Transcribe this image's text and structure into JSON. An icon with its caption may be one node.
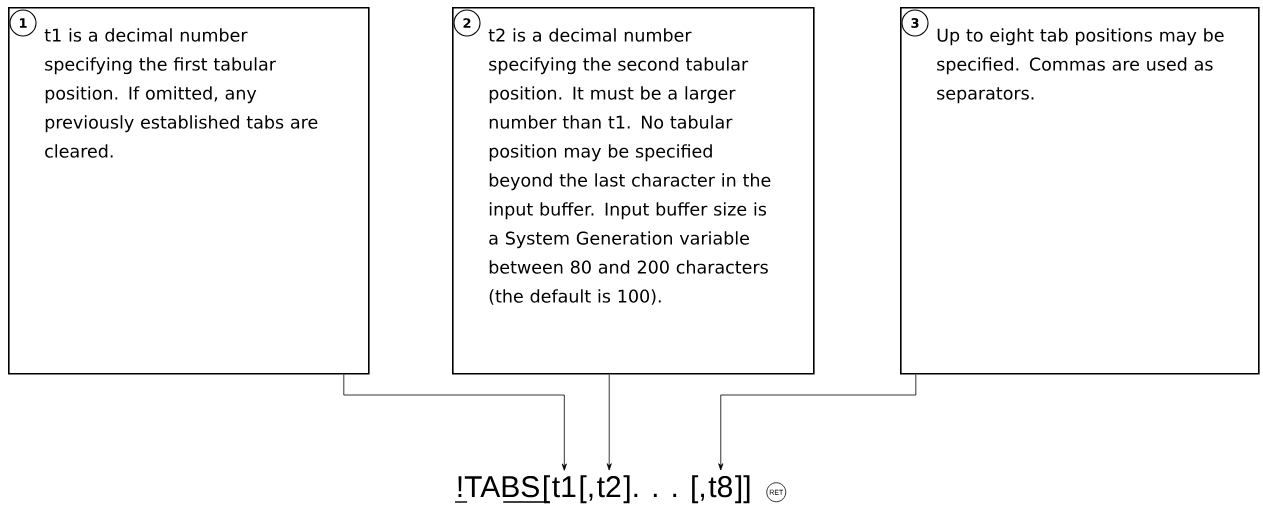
{
  "diagram": {
    "nodes": [
      {
        "text": [
          "1",
          "t1 is a decimal number specifying the first tabular position. If omitted, any previously established tabs are cleared."
        ]
      },
      {
        "text": [
          "2",
          "t2 is a decimal number specifying the second tabular position. It must be a larger number than t1. No tabular position may be specified beyond the last character in the input buffer. Input buffer size is a System Generation variable between 80 and 200 characters (the default is 100)."
        ]
      },
      {
        "text": [
          "3",
          "Up to eight tab positions may be specified. Commas are used as separators."
        ]
      },
      {
        "text": [
          "t1"
        ]
      },
      {
        "text": [
          "t2"
        ]
      },
      {
        "text": [
          "t8"
        ]
      }
    ],
    "edges": [
      {
        "from": 0,
        "to": 3,
        "arrow": "to"
      },
      {
        "from": 1,
        "to": 4,
        "arrow": "to"
      },
      {
        "from": 2,
        "to": 5,
        "arrow": "to"
      }
    ],
    "labels": [
      "!TABS",
      "[",
      "[,",
      "]. . . [,",
      "]]",
      "RET"
    ]
  }
}
